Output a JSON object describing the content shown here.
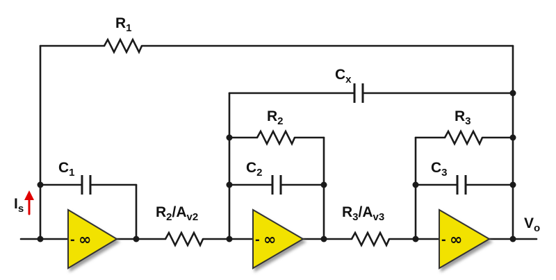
{
  "colors": {
    "wire": "#1a1a1a",
    "opamp_fill": "#f2e200",
    "opamp_shadow": "#9a9a9a",
    "current_arrow": "#e00000"
  },
  "labels": {
    "R1": {
      "main": "R",
      "sub": "1",
      "tail": ""
    },
    "Cx": {
      "main": "C",
      "sub": "x",
      "tail": ""
    },
    "R2": {
      "main": "R",
      "sub": "2",
      "tail": ""
    },
    "C1": {
      "main": "C",
      "sub": "1",
      "tail": ""
    },
    "C2": {
      "main": "C",
      "sub": "2",
      "tail": ""
    },
    "R3": {
      "main": "R",
      "sub": "3",
      "tail": ""
    },
    "C3": {
      "main": "C",
      "sub": "3",
      "tail": ""
    },
    "Is": {
      "main": "I",
      "sub": "s",
      "tail": ""
    },
    "Vo": {
      "main": "V",
      "sub": "o",
      "tail": ""
    },
    "R2Av2": {
      "main": "R",
      "sub": "2",
      "mid": "/A",
      "sub2": "v2"
    },
    "R3Av3": {
      "main": "R",
      "sub": "3",
      "mid": "/A",
      "sub2": "v3"
    }
  },
  "opamp_symbols": {
    "minus": "-",
    "gain": "∞"
  }
}
